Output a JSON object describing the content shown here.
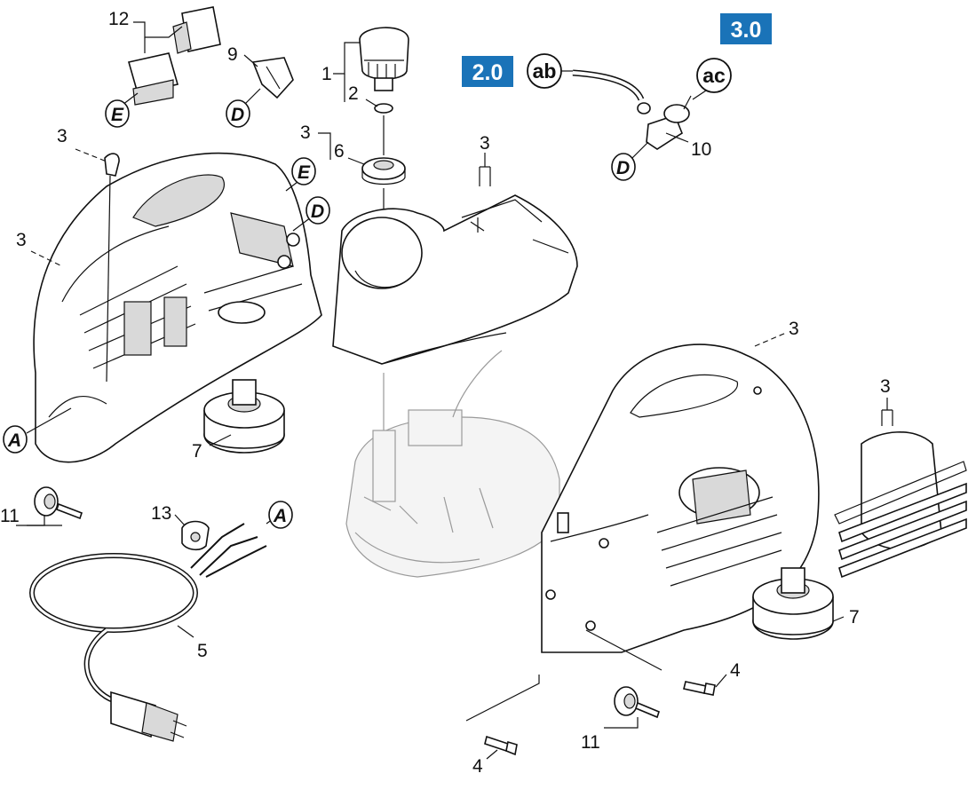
{
  "sections": [
    {
      "label": "2.0",
      "color": "#1a73b8"
    },
    {
      "label": "3.0",
      "color": "#1a73b8"
    }
  ],
  "connectors": [
    "ab",
    "ac"
  ],
  "tags": {
    "a": "A",
    "d": "D",
    "e": "E"
  },
  "part_numbers": {
    "p1": "1",
    "p2": "2",
    "p3": "3",
    "p4": "4",
    "p5": "5",
    "p6": "6",
    "p7": "7",
    "p9": "9",
    "p10": "10",
    "p11": "11",
    "p12": "12",
    "p13": "13"
  }
}
